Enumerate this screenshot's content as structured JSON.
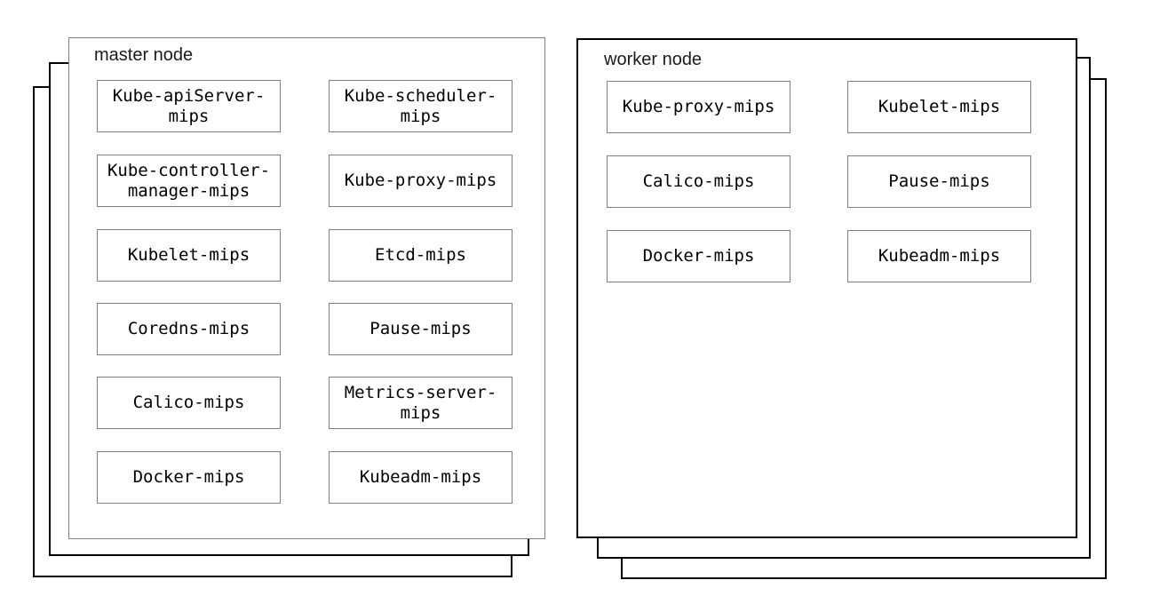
{
  "master": {
    "title": "master node",
    "components": [
      "Kube-apiServer-mips",
      "Kube-scheduler-mips",
      "Kube-controller-manager-mips",
      "Kube-proxy-mips",
      "Kubelet-mips",
      "Etcd-mips",
      "Coredns-mips",
      "Pause-mips",
      "Calico-mips",
      "Metrics-server-mips",
      "Docker-mips",
      "Kubeadm-mips"
    ]
  },
  "worker": {
    "title": "worker node",
    "components": [
      "Kube-proxy-mips",
      "Kubelet-mips",
      "Calico-mips",
      "Pause-mips",
      "Docker-mips",
      "Kubeadm-mips"
    ]
  },
  "colors": {
    "background": "#ffffff",
    "stack_outline": "#000000",
    "master_front_outline": "#7f7f7f",
    "component_outline": "#7f7f7f",
    "text": "#000000"
  }
}
